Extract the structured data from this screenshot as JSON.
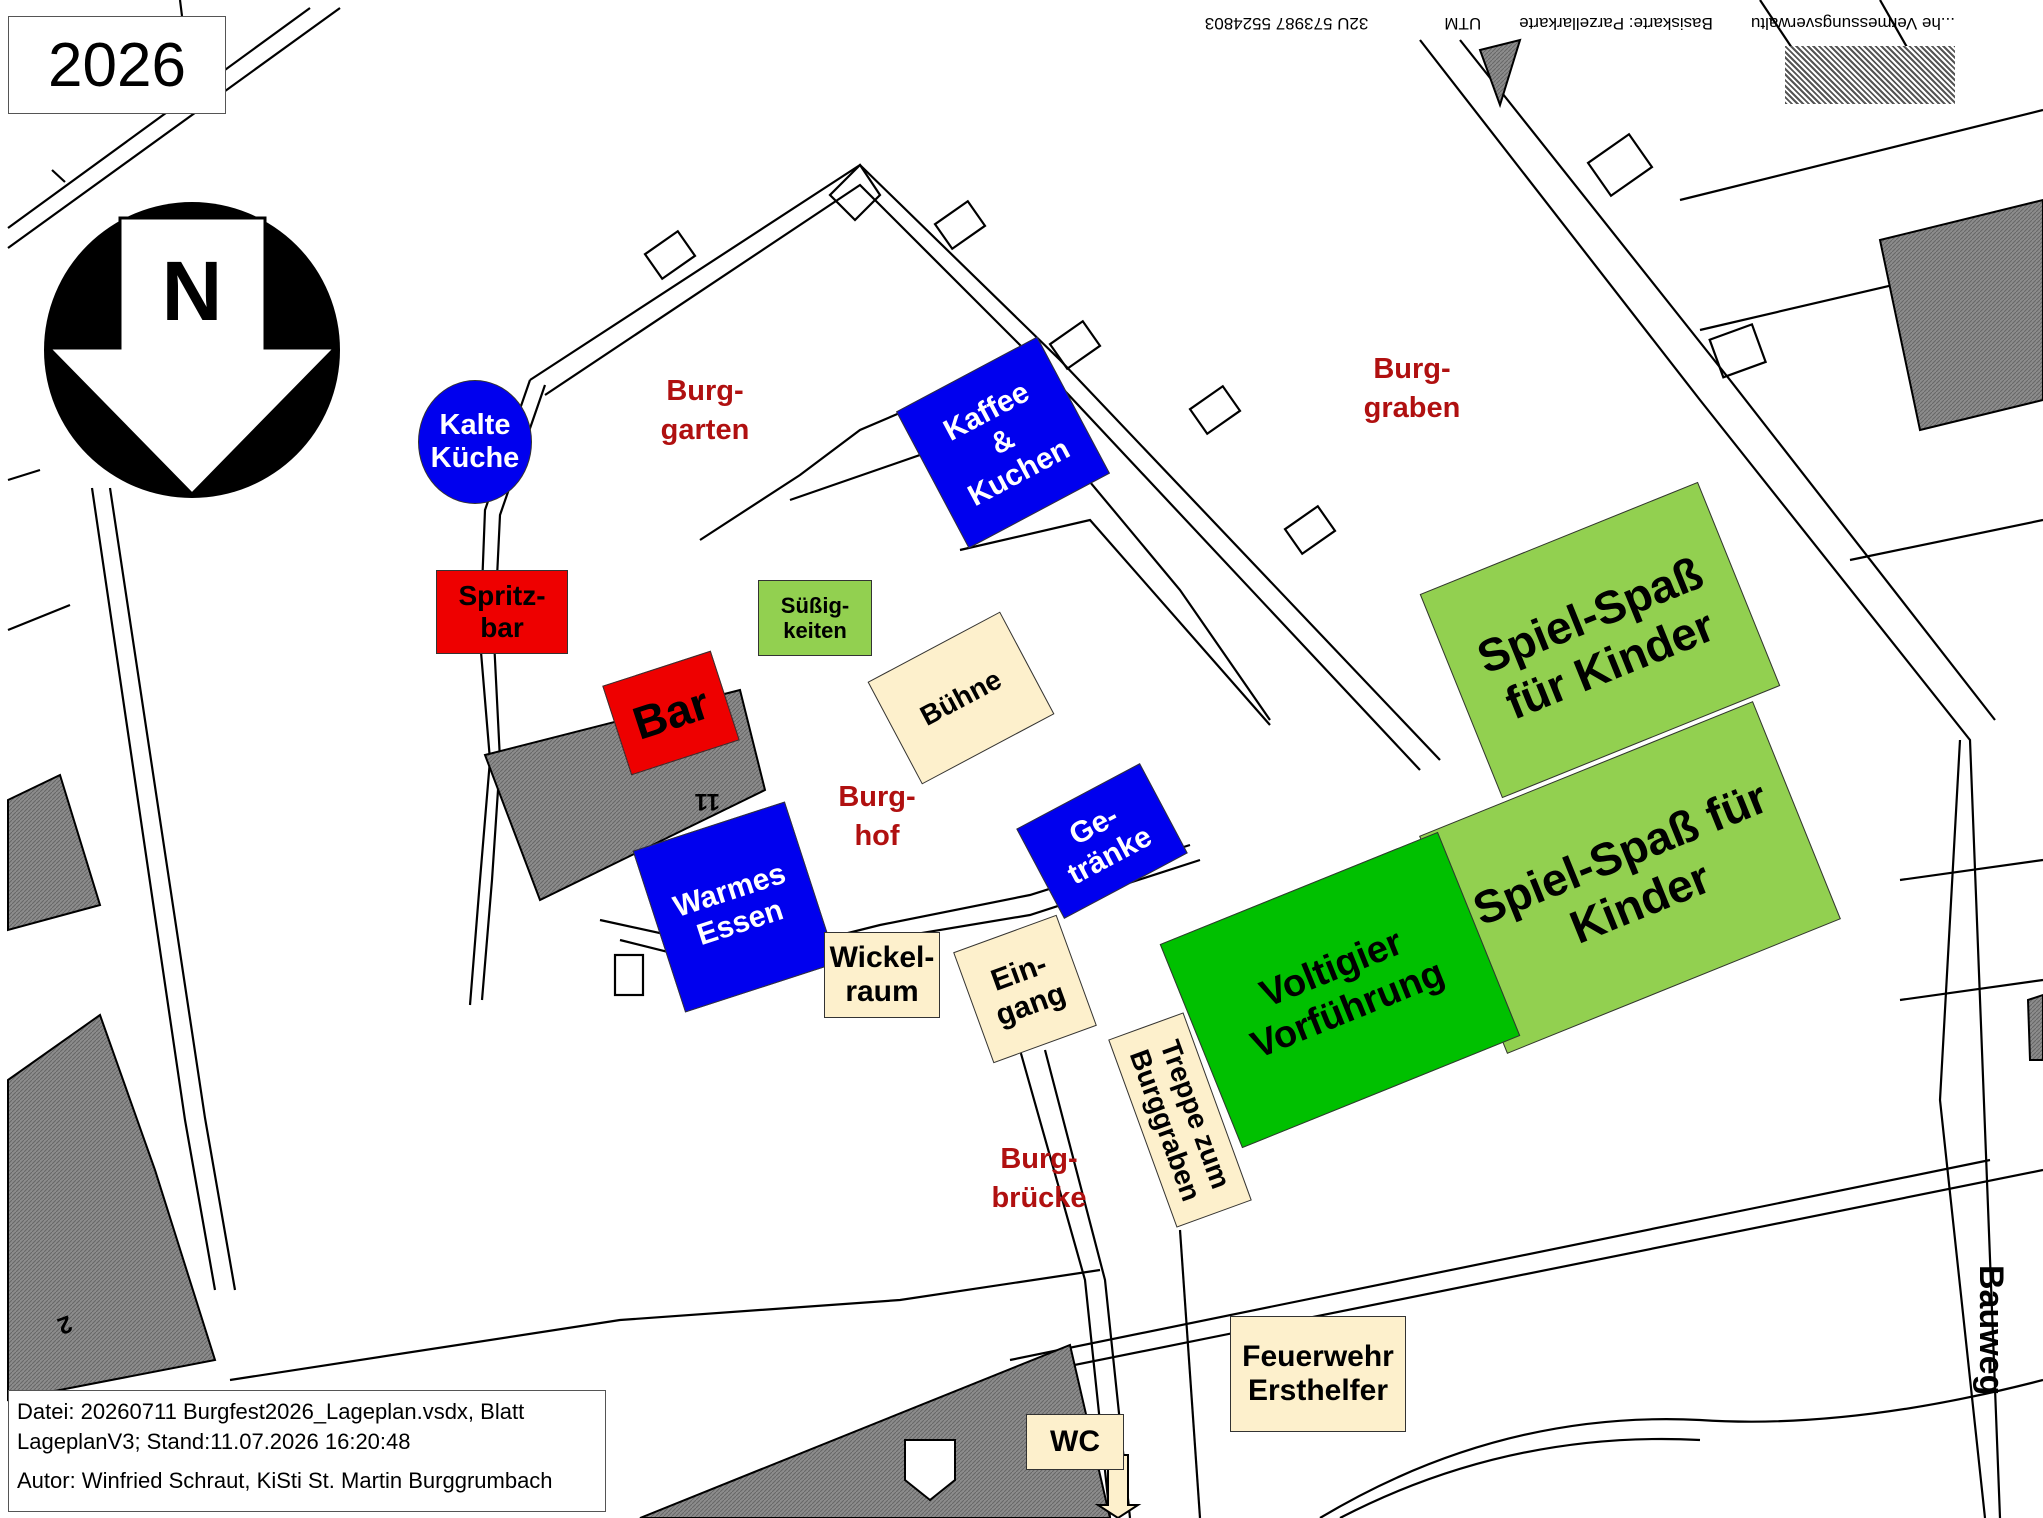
{
  "year": "2026",
  "compass": {
    "letter": "N"
  },
  "header_strip": {
    "part1": "...he Vermessungsverwaltu",
    "part2": "Basiskarte: Parzellarkarte",
    "part3": "UTM",
    "part4": "32U 573987 5524803"
  },
  "side_label": "Bauweg",
  "area_labels": {
    "burggarten": "Burg-\ngarten",
    "burggraben": "Burg-\ngraben",
    "burghof": "Burg-\nhof",
    "burgbruecke": "Burg-\nbrücke"
  },
  "stations": {
    "kalte_kueche": "Kalte\nKüche",
    "spritzbar": "Spritz-\nbar",
    "suessigkeiten": "Süßig-\nkeiten",
    "bar": "Bar",
    "kaffee": "Kaffee\n&\nKuchen",
    "buehne": "Bühne",
    "getraenke": "Ge-\ntränke",
    "warmes_essen": "Warmes\nEssen",
    "wickelraum": "Wickel-\nraum",
    "eingang": "Ein-\ngang",
    "treppe": "Treppe zum\nBurggraben",
    "spiel1": "Spiel-Spaß\nfür Kinder",
    "spiel2": "Spiel-Spaß für\nKinder",
    "voltigier": "Voltigier\nVorführung",
    "feuerwehr": "Feuerwehr\nErsthelfer",
    "wc": "WC"
  },
  "house_numbers": {
    "n11": "11",
    "n2": "2"
  },
  "footer": {
    "line1": "Datei: 20260711 Burgfest2026_Lageplan.vsdx, Blatt",
    "line2": "LageplanV3; Stand:11.07.2026 16:20:48",
    "line3": "Autor: Winfried Schraut, KiSti St. Martin Burggrumbach"
  },
  "colors": {
    "blue": "#0000ee",
    "red": "#ee0000",
    "light_green": "#92d050",
    "green": "#00c000",
    "beige": "#fdf0cc",
    "area_label_red": "#b01010",
    "building_gray": "#8c8c8c"
  }
}
